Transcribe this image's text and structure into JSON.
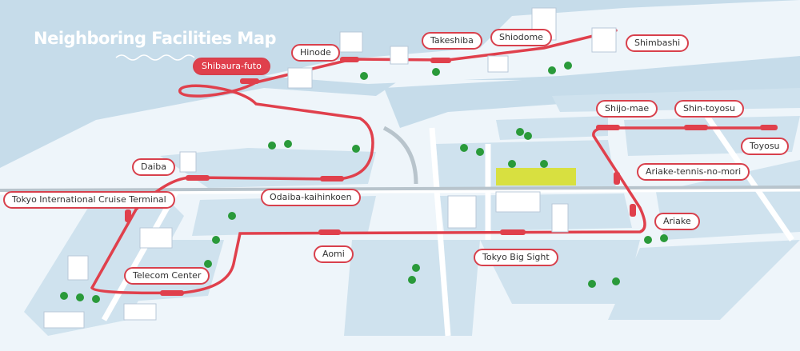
{
  "title": "Neighboring Facilities Map",
  "colors": {
    "rail": "#e0404c",
    "water": "#c6dcea",
    "land": "#eef5fa",
    "block": "#cfe2ee",
    "tree": "#2a9a3a"
  },
  "stations": [
    {
      "name": "Shibaura-futo",
      "active": true
    },
    {
      "name": "Hinode"
    },
    {
      "name": "Takeshiba"
    },
    {
      "name": "Shiodome"
    },
    {
      "name": "Shimbashi"
    },
    {
      "name": "Daiba"
    },
    {
      "name": "Tokyo International Cruise Terminal"
    },
    {
      "name": "Odaiba-kaihinkoen"
    },
    {
      "name": "Telecom Center"
    },
    {
      "name": "Aomi"
    },
    {
      "name": "Tokyo Big Sight"
    },
    {
      "name": "Ariake"
    },
    {
      "name": "Ariake-tennis-no-mori"
    },
    {
      "name": "Shijo-mae"
    },
    {
      "name": "Shin-toyosu"
    },
    {
      "name": "Toyosu"
    }
  ]
}
